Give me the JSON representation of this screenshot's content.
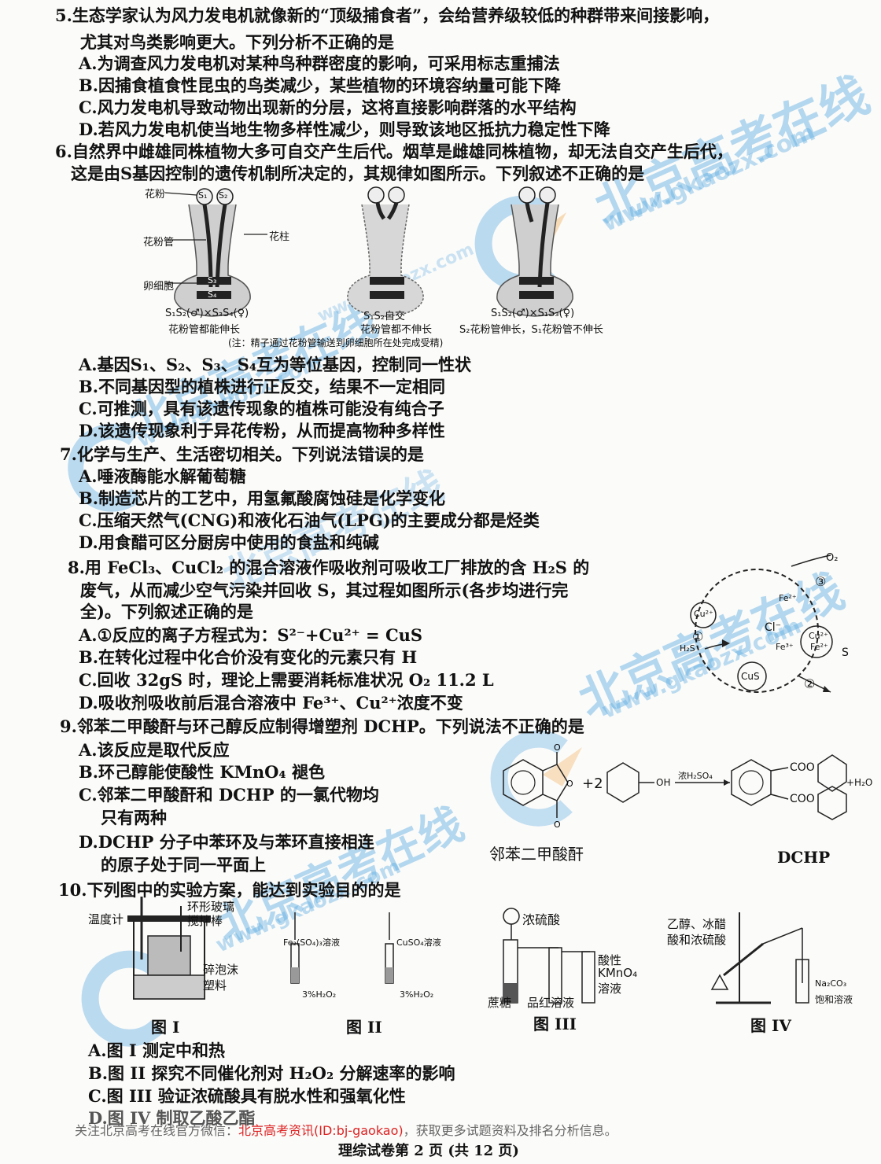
{
  "q5": {
    "line1": "5.生态学家认为风力发电机就像新的“顶级捕食者”，会给营养级较低的种群带来间接影响，",
    "line2": "尤其对鸟类影响更大。下列分析不正确的是",
    "A": "A.为调查风力发电机对某种鸟种群密度的影响，可采用标志重捕法",
    "B": "B.因捕食植食性昆虫的鸟类减少，某些植物的环境容纳量可能下降",
    "C": "C.风力发电机导致动物出现新的分层，这将直接影响群落的水平结构",
    "D": "D.若风力发电机使当地生物多样性减少，则导致该地区抵抗力稳定性下降"
  },
  "q6": {
    "line1": "6.自然界中雌雄同株植物大多可自交产生后代。烟草是雌雄同株植物，却无法自交产生后代，",
    "line2": "这是由S基因控制的遗传机制所决定的，其规律如图所示。下列叙述不正确的是",
    "fig": {
      "pollen_label": "花粉",
      "style_label": "花柱",
      "tube_label": "花粉管",
      "egg_label": "卵细胞",
      "s1": "S₁",
      "s2": "S₂",
      "s3": "S₃",
      "s4": "S₄",
      "cap1_a": "S₁S₂(♂)×S₃S₄(♀)",
      "cap1_b": "花粉管都能伸长",
      "cap2_a": "S₁S₂自交",
      "cap2_b": "花粉管都不伸长",
      "cap3_a": "S₁S₂(♂)×S₁S₃(♀)",
      "cap3_b": "S₂花粉管伸长，S₁花粉管不伸长",
      "note": "(注：精子通过花粉管输送到卵细胞所在处完成受精)"
    },
    "A": "A.基因S₁、S₂、S₃、S₄互为等位基因，控制同一性状",
    "B": "B.不同基因型的植株进行正反交，结果不一定相同",
    "C": "C.可推测，具有该遗传现象的植株可能没有纯合子",
    "D": "D.该遗传现象利于异花传粉，从而提高物种多样性"
  },
  "q7": {
    "line1": "7.化学与生产、生活密切相关。下列说法错误的是",
    "A": "A.唾液酶能水解葡萄糖",
    "B": "B.制造芯片的工艺中，用氢氟酸腐蚀硅是化学变化",
    "C": "C.压缩天然气(CNG)和液化石油气(LPG)的主要成分都是烃类",
    "D": "D.用食醋可区分厨房中使用的食盐和纯碱"
  },
  "q8": {
    "line1": "8.用 FeCl₃、CuCl₂ 的混合溶液作吸收剂可吸收工厂排放的含 H₂S 的",
    "line2": "废气，从而减少空气污染并回收 S，其过程如图所示(各步均进行完",
    "line3": "全)。下列叙述正确的是",
    "A": "A.①反应的离子方程式为：S²⁻+Cu²⁺ = CuS",
    "B": "B.在转化过程中化合价没有变化的元素只有 H",
    "C": "C.回收 32gS 时，理论上需要消耗标准状况 O₂ 11.2 L",
    "D": "D.吸收剂吸收前后混合溶液中 Fe³⁺、Cu²⁺浓度不变",
    "fig": {
      "o2": "O₂",
      "n1": "①",
      "n2": "②",
      "n3": "③",
      "cu2": "Cu²⁺",
      "fe2": "Fe²⁺",
      "cl": "Cl⁻",
      "cu2b": "Cu²⁺",
      "fe2b": "Fe²⁺",
      "fe3": "Fe³⁺",
      "h2s": "H₂S",
      "cus": "CuS",
      "s": "S"
    }
  },
  "q9": {
    "line1": "9.邻苯二甲酸酐与环己醇反应制得增塑剂 DCHP。下列说法不正确的是",
    "A": "A.该反应是取代反应",
    "B": "B.环己醇能使酸性 KMnO₄ 褪色",
    "C1": "C.邻苯二甲酸酐和 DCHP 的一氯代物均",
    "C2": "只有两种",
    "D1": "D.DCHP 分子中苯环及与苯环直接相连",
    "D2": "的原子处于同一平面上",
    "fig": {
      "plus2": "+2",
      "oh": "OH",
      "cond": "浓H₂SO₄",
      "coo1": "COO",
      "coo2": "COO",
      "h2o": "+H₂O",
      "name1": "邻苯二甲酸酐",
      "name2": "DCHP"
    }
  },
  "q10": {
    "line1": "10.下列图中的实验方案，能达到实验目的的是",
    "fig1": {
      "thermo": "温度计",
      "ring1": "环形玻璃",
      "ring2": "搅拌棒",
      "foam1": "碎泡沫",
      "foam2": "塑料",
      "cap": "图 I"
    },
    "fig2": {
      "fe": "Fe₂(SO₄)₃溶液",
      "cu": "CuSO₄溶液",
      "h2o2a": "3%H₂O₂",
      "h2o2b": "3%H₂O₂",
      "cap": "图 II"
    },
    "fig3": {
      "acid": "浓硫酸",
      "kmno1": "酸性",
      "kmno2": "KMnO₄",
      "kmno3": "溶液",
      "sucrose": "蔗糖",
      "pinhong": "品红溶液",
      "cap": "图 III"
    },
    "fig4": {
      "reag1": "乙醇、冰醋",
      "reag2": "酸和浓硫酸",
      "na1": "Na₂CO₃",
      "na2": "饱和溶液",
      "cap": "图 IV"
    },
    "A": "A.图 I 测定中和热",
    "B": "B.图 II 探究不同催化剂对 H₂O₂ 分解速率的影响",
    "C": "C.图 III 验证浓硫酸具有脱水性和强氧化性",
    "D": "D.图 IV 制取乙酸乙酯"
  },
  "watermark": {
    "brand1": "北京高考在线",
    "url1": "www.gkaozx.com",
    "brand2": "北京高考在线",
    "url2": "www.gkaozx.com",
    "brand3": "北京高考在线",
    "url3": "www.gkaozx.com",
    "brand4": "北京高考在线",
    "url4": "www.gkaozx.com",
    "brand5": "北京高考在线",
    "url5": "www.gkaozx.com"
  },
  "footer": {
    "pre": "关注北京高考在线官方微信：",
    "red": "北京高考资讯(ID:bj-gaokao)",
    "post": "，获取更多试题资料及排名分析信息。",
    "page": "理综试卷第 2 页 (共 12 页)"
  },
  "colors": {
    "watermark": "#5aaae1",
    "footer_red": "#d22222"
  }
}
